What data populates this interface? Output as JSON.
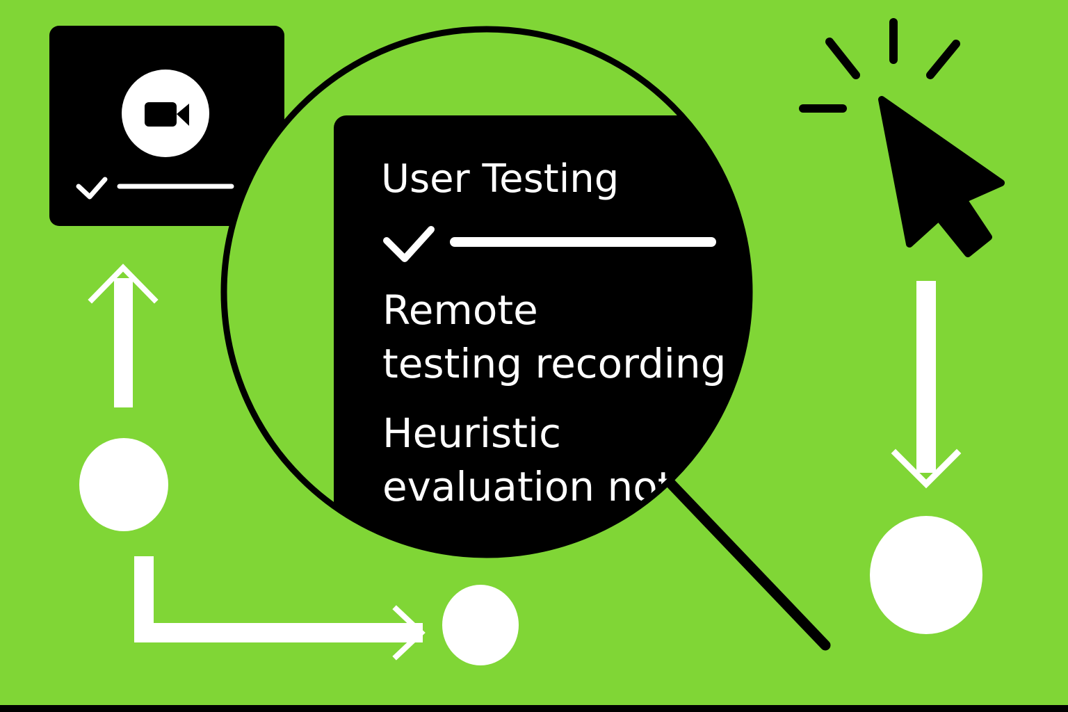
{
  "colors": {
    "background": "#80d636",
    "ink": "#000000",
    "paper": "#ffffff",
    "bottom_bar": "#000000"
  },
  "icons": {
    "camera_card_icon": "video-camera-icon",
    "check_icon": "checkmark-icon",
    "magnifier_icon": "magnifying-glass-icon",
    "pointer_icon": "cursor-arrow-icon",
    "click_burst_icon": "click-burst-icon"
  },
  "lens_card": {
    "title": "User Testing",
    "item_1_line_1": "Remote",
    "item_1_line_2": "testing recording",
    "item_2_line_1": "Heuristic",
    "item_2_line_2": "evaluation notes"
  }
}
